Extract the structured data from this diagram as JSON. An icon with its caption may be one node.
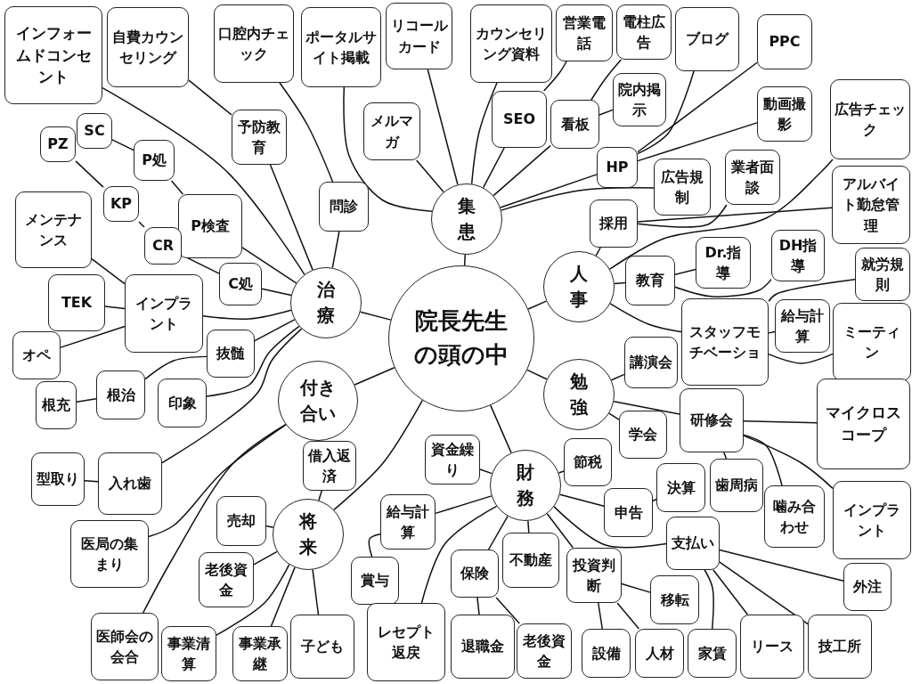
{
  "diagram": {
    "nodes": [
      {
        "text": [
          "院長先生の頭の中"
        ]
      },
      {
        "text": [
          "集患"
        ]
      },
      {
        "text": [
          "人事"
        ]
      },
      {
        "text": [
          "治療"
        ]
      },
      {
        "text": [
          "付き合い"
        ]
      },
      {
        "text": [
          "勉強"
        ]
      },
      {
        "text": [
          "財務"
        ]
      },
      {
        "text": [
          "将来"
        ]
      },
      {
        "text": [
          "ポータルサイト掲載"
        ]
      },
      {
        "text": [
          "リコールカード"
        ]
      },
      {
        "text": [
          "カウンセリング資料"
        ]
      },
      {
        "text": [
          "メルマガ"
        ]
      },
      {
        "text": [
          "SEO"
        ]
      },
      {
        "text": [
          "営業電話"
        ]
      },
      {
        "text": [
          "看板"
        ]
      },
      {
        "text": [
          "電柱広告"
        ]
      },
      {
        "text": [
          "院内掲示"
        ]
      },
      {
        "text": [
          "HP"
        ]
      },
      {
        "text": [
          "ブログ"
        ]
      },
      {
        "text": [
          "PPC"
        ]
      },
      {
        "text": [
          "動画撮影"
        ]
      },
      {
        "text": [
          "広告規制"
        ]
      },
      {
        "text": [
          "採用"
        ]
      },
      {
        "text": [
          "業者面談"
        ]
      },
      {
        "text": [
          "アルバイト勤怠管理"
        ]
      },
      {
        "text": [
          "広告チェック"
        ]
      },
      {
        "text": [
          "教育"
        ]
      },
      {
        "text": [
          "Dr.指導"
        ]
      },
      {
        "text": [
          "DH指導"
        ]
      },
      {
        "text": [
          "スタッフモチベーショ"
        ]
      },
      {
        "text": [
          "就労規則"
        ]
      },
      {
        "text": [
          "給与計算"
        ]
      },
      {
        "text": [
          "ミーティン"
        ]
      },
      {
        "text": [
          "問診"
        ]
      },
      {
        "text": [
          "口腔内チェック"
        ]
      },
      {
        "text": [
          "予防教育"
        ]
      },
      {
        "text": [
          "自費カウンセリング"
        ]
      },
      {
        "text": [
          "インフォームドコンセント"
        ]
      },
      {
        "text": [
          "P検査"
        ]
      },
      {
        "text": [
          "P処"
        ]
      },
      {
        "text": [
          "SC"
        ]
      },
      {
        "text": [
          "PZ"
        ]
      },
      {
        "text": [
          "KP"
        ]
      },
      {
        "text": [
          "CR"
        ]
      },
      {
        "text": [
          "C処"
        ]
      },
      {
        "text": [
          "メンテナンス"
        ]
      },
      {
        "text": [
          "インプラント"
        ]
      },
      {
        "text": [
          "TEK"
        ]
      },
      {
        "text": [
          "オペ"
        ]
      },
      {
        "text": [
          "抜髄"
        ]
      },
      {
        "text": [
          "根治"
        ]
      },
      {
        "text": [
          "根充"
        ]
      },
      {
        "text": [
          "印象"
        ]
      },
      {
        "text": [
          "入れ歯"
        ]
      },
      {
        "text": [
          "型取り"
        ]
      },
      {
        "text": [
          "医局の集まり"
        ]
      },
      {
        "text": [
          "医師会の会合"
        ]
      },
      {
        "text": [
          "講演会"
        ]
      },
      {
        "text": [
          "研修会"
        ]
      },
      {
        "text": [
          "学会"
        ]
      },
      {
        "text": [
          "マイクロスコープ"
        ]
      },
      {
        "text": [
          "歯周病"
        ]
      },
      {
        "text": [
          "噛み合わせ"
        ]
      },
      {
        "text": [
          "インプラント"
        ]
      },
      {
        "text": [
          "資金繰り"
        ]
      },
      {
        "text": [
          "給与計算"
        ]
      },
      {
        "text": [
          "賞与"
        ]
      },
      {
        "text": [
          "節税"
        ]
      },
      {
        "text": [
          "申告"
        ]
      },
      {
        "text": [
          "決算"
        ]
      },
      {
        "text": [
          "支払い"
        ]
      },
      {
        "text": [
          "外注"
        ]
      },
      {
        "text": [
          "技工所"
        ]
      },
      {
        "text": [
          "リース"
        ]
      },
      {
        "text": [
          "家賃"
        ]
      },
      {
        "text": [
          "投資判断"
        ]
      },
      {
        "text": [
          "移転"
        ]
      },
      {
        "text": [
          "設備"
        ]
      },
      {
        "text": [
          "人材"
        ]
      },
      {
        "text": [
          "不動産"
        ]
      },
      {
        "text": [
          "保険"
        ]
      },
      {
        "text": [
          "退職金"
        ]
      },
      {
        "text": [
          "老後資金"
        ]
      },
      {
        "text": [
          "レセプト返戻"
        ]
      },
      {
        "text": [
          "借入返済"
        ]
      },
      {
        "text": [
          "売却"
        ]
      },
      {
        "text": [
          "老後資金"
        ]
      },
      {
        "text": [
          "事業清算"
        ]
      },
      {
        "text": [
          "事業承継"
        ]
      },
      {
        "text": [
          "子ども"
        ]
      }
    ],
    "edges": [
      {
        "from": 0,
        "to": 1,
        "arrow": "none"
      },
      {
        "from": 0,
        "to": 2,
        "arrow": "none"
      },
      {
        "from": 0,
        "to": 3,
        "arrow": "none"
      },
      {
        "from": 0,
        "to": 4,
        "arrow": "none"
      },
      {
        "from": 0,
        "to": 5,
        "arrow": "none"
      },
      {
        "from": 0,
        "to": 6,
        "arrow": "none"
      },
      {
        "from": 0,
        "to": 7,
        "arrow": "none"
      },
      {
        "from": 1,
        "to": 8,
        "arrow": "none"
      },
      {
        "from": 1,
        "to": 9,
        "arrow": "none"
      },
      {
        "from": 1,
        "to": 10,
        "arrow": "none"
      },
      {
        "from": 1,
        "to": 11,
        "arrow": "none"
      },
      {
        "from": 1,
        "to": 12,
        "arrow": "none"
      },
      {
        "from": 12,
        "to": 13,
        "arrow": "none"
      },
      {
        "from": 1,
        "to": 14,
        "arrow": "none"
      },
      {
        "from": 14,
        "to": 15,
        "arrow": "none"
      },
      {
        "from": 14,
        "to": 16,
        "arrow": "none"
      },
      {
        "from": 1,
        "to": 17,
        "arrow": "none"
      },
      {
        "from": 17,
        "to": 18,
        "arrow": "none"
      },
      {
        "from": 17,
        "to": 19,
        "arrow": "none"
      },
      {
        "from": 17,
        "to": 20,
        "arrow": "none"
      },
      {
        "from": 1,
        "to": 21,
        "arrow": "none"
      },
      {
        "from": 2,
        "to": 22,
        "arrow": "none"
      },
      {
        "from": 22,
        "to": 23,
        "arrow": "none"
      },
      {
        "from": 22,
        "to": 24,
        "arrow": "none"
      },
      {
        "from": 2,
        "to": 25,
        "arrow": "none"
      },
      {
        "from": 2,
        "to": 26,
        "arrow": "none"
      },
      {
        "from": 26,
        "to": 27,
        "arrow": "none"
      },
      {
        "from": 26,
        "to": 28,
        "arrow": "none"
      },
      {
        "from": 2,
        "to": 29,
        "arrow": "none"
      },
      {
        "from": 29,
        "to": 30,
        "arrow": "none"
      },
      {
        "from": 29,
        "to": 31,
        "arrow": "none"
      },
      {
        "from": 29,
        "to": 32,
        "arrow": "none"
      },
      {
        "from": 3,
        "to": 33,
        "arrow": "none"
      },
      {
        "from": 33,
        "to": 34,
        "arrow": "none"
      },
      {
        "from": 3,
        "to": 35,
        "arrow": "none"
      },
      {
        "from": 35,
        "to": 36,
        "arrow": "none"
      },
      {
        "from": 3,
        "to": 37,
        "arrow": "none"
      },
      {
        "from": 3,
        "to": 38,
        "arrow": "none"
      },
      {
        "from": 38,
        "to": 39,
        "arrow": "none"
      },
      {
        "from": 39,
        "to": 40,
        "arrow": "none"
      },
      {
        "from": 41,
        "to": 42,
        "arrow": "none"
      },
      {
        "from": 42,
        "to": 43,
        "arrow": "none"
      },
      {
        "from": 43,
        "to": 44,
        "arrow": "none"
      },
      {
        "from": 3,
        "to": 44,
        "arrow": "none"
      },
      {
        "from": 46,
        "to": 45,
        "arrow": "none"
      },
      {
        "from": 46,
        "to": 47,
        "arrow": "none"
      },
      {
        "from": 46,
        "to": 48,
        "arrow": "none"
      },
      {
        "from": 3,
        "to": 46,
        "arrow": "none"
      },
      {
        "from": 3,
        "to": 49,
        "arrow": "none"
      },
      {
        "from": 49,
        "to": 50,
        "arrow": "none"
      },
      {
        "from": 50,
        "to": 51,
        "arrow": "none"
      },
      {
        "from": 3,
        "to": 52,
        "arrow": "none"
      },
      {
        "from": 3,
        "to": 53,
        "arrow": "none"
      },
      {
        "from": 53,
        "to": 54,
        "arrow": "none"
      },
      {
        "from": 4,
        "to": 55,
        "arrow": "none"
      },
      {
        "from": 4,
        "to": 56,
        "arrow": "none"
      },
      {
        "from": 5,
        "to": 57,
        "arrow": "none"
      },
      {
        "from": 5,
        "to": 58,
        "arrow": "none"
      },
      {
        "from": 5,
        "to": 59,
        "arrow": "none"
      },
      {
        "from": 58,
        "to": 60,
        "arrow": "none"
      },
      {
        "from": 58,
        "to": 61,
        "arrow": "none"
      },
      {
        "from": 58,
        "to": 62,
        "arrow": "none"
      },
      {
        "from": 58,
        "to": 63,
        "arrow": "none"
      },
      {
        "from": 6,
        "to": 64,
        "arrow": "none"
      },
      {
        "from": 6,
        "to": 65,
        "arrow": "none"
      },
      {
        "from": 65,
        "to": 66,
        "arrow": "none"
      },
      {
        "from": 6,
        "to": 67,
        "arrow": "none"
      },
      {
        "from": 6,
        "to": 68,
        "arrow": "none"
      },
      {
        "from": 68,
        "to": 69,
        "arrow": "none"
      },
      {
        "from": 6,
        "to": 70,
        "arrow": "none"
      },
      {
        "from": 70,
        "to": 71,
        "arrow": "none"
      },
      {
        "from": 70,
        "to": 72,
        "arrow": "none"
      },
      {
        "from": 70,
        "to": 73,
        "arrow": "none"
      },
      {
        "from": 70,
        "to": 74,
        "arrow": "none"
      },
      {
        "from": 6,
        "to": 75,
        "arrow": "none"
      },
      {
        "from": 75,
        "to": 76,
        "arrow": "none"
      },
      {
        "from": 75,
        "to": 77,
        "arrow": "none"
      },
      {
        "from": 75,
        "to": 78,
        "arrow": "none"
      },
      {
        "from": 6,
        "to": 79,
        "arrow": "none"
      },
      {
        "from": 6,
        "to": 80,
        "arrow": "none"
      },
      {
        "from": 80,
        "to": 81,
        "arrow": "none"
      },
      {
        "from": 80,
        "to": 82,
        "arrow": "none"
      },
      {
        "from": 6,
        "to": 83,
        "arrow": "none"
      },
      {
        "from": 7,
        "to": 84,
        "arrow": "none"
      },
      {
        "from": 7,
        "to": 85,
        "arrow": "none"
      },
      {
        "from": 7,
        "to": 86,
        "arrow": "none"
      },
      {
        "from": 7,
        "to": 87,
        "arrow": "none"
      },
      {
        "from": 7,
        "to": 88,
        "arrow": "none"
      },
      {
        "from": 7,
        "to": 89,
        "arrow": "none"
      }
    ]
  }
}
